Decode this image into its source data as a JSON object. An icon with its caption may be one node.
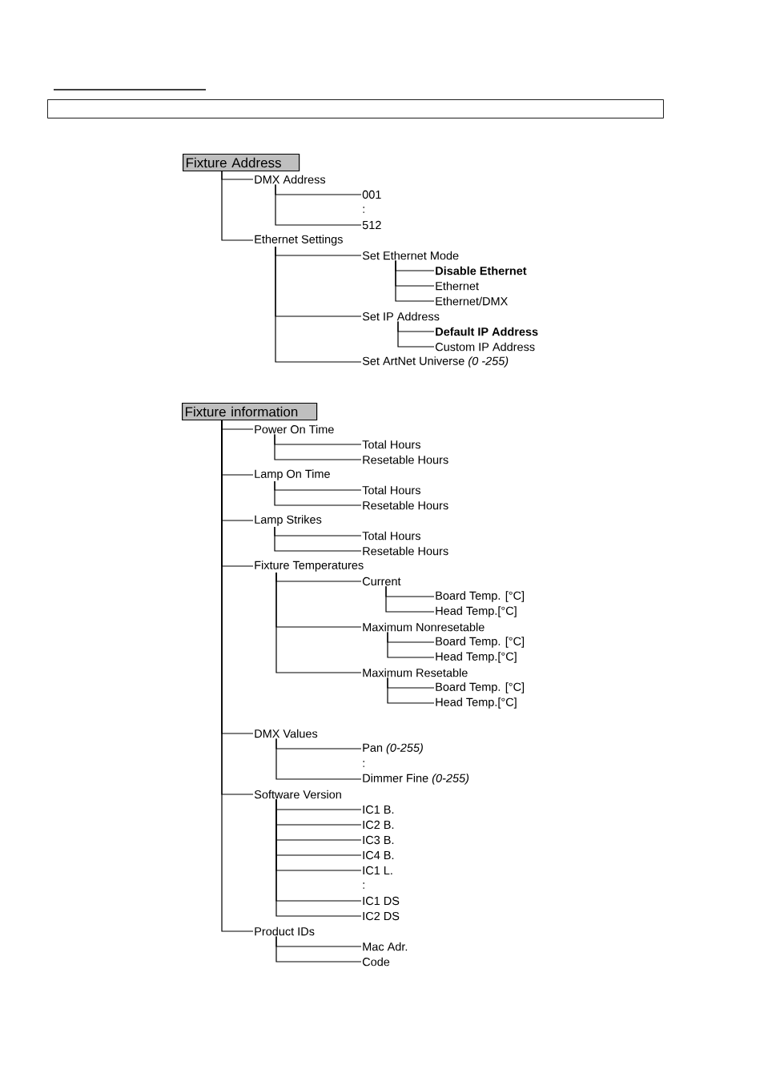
{
  "diagram": {
    "nodes": [
      {
        "text": [],
        "shape": "box"
      },
      {
        "text": [
          "Fixture Address"
        ]
      },
      {
        "text": [
          "DMX Address"
        ]
      },
      {
        "text": [
          "001"
        ]
      },
      {
        "text": [
          "512"
        ]
      },
      {
        "text": [
          "Ethernet Settings"
        ]
      },
      {
        "text": [
          "Set Ethernet Mode"
        ]
      },
      {
        "text": [
          "Disable Ethernet"
        ]
      },
      {
        "text": [
          "Ethernet"
        ]
      },
      {
        "text": [
          "Ethernet/DMX"
        ]
      },
      {
        "text": [
          "Set IP Address"
        ]
      },
      {
        "text": [
          "Default IP Address"
        ]
      },
      {
        "text": [
          "Custom IP Address"
        ]
      },
      {
        "text": [
          "Set ArtNet Universe *(0 -255)*"
        ]
      },
      {
        "text": [
          "Fixture information"
        ]
      },
      {
        "text": [
          "Power On Time"
        ]
      },
      {
        "text": [
          "Total Hours"
        ]
      },
      {
        "text": [
          "Resetable Hours"
        ]
      },
      {
        "text": [
          "Lamp On Time"
        ]
      },
      {
        "text": [
          "Total Hours"
        ]
      },
      {
        "text": [
          "Resetable Hours"
        ]
      },
      {
        "text": [
          "Lamp Strikes"
        ]
      },
      {
        "text": [
          "Total Hours"
        ]
      },
      {
        "text": [
          "Resetable Hours"
        ]
      },
      {
        "text": [
          "Fixture Temperatures"
        ]
      },
      {
        "text": [
          "Current"
        ]
      },
      {
        "text": [
          "Board Temp. [°C]"
        ]
      },
      {
        "text": [
          "Head Temp.[°C]"
        ]
      },
      {
        "text": [
          "Maximum Nonresetable"
        ]
      },
      {
        "text": [
          "Board Temp. [°C]"
        ]
      },
      {
        "text": [
          "Head Temp.[°C]"
        ]
      },
      {
        "text": [
          "Maximum Resetable"
        ]
      },
      {
        "text": [
          "Board Temp. [°C]"
        ]
      },
      {
        "text": [
          "Head Temp.[°C]"
        ]
      },
      {
        "text": [
          "DMX Values"
        ]
      },
      {
        "text": [
          "Pan *(0-255)*"
        ]
      },
      {
        "text": [
          "Dimmer Fine *(0-255)*"
        ]
      },
      {
        "text": [
          "Software Version"
        ]
      },
      {
        "text": [
          "IC1 B."
        ]
      },
      {
        "text": [
          "IC2 B."
        ]
      },
      {
        "text": [
          "IC3 B."
        ]
      },
      {
        "text": [
          "IC4 B."
        ]
      },
      {
        "text": [
          "IC1 L."
        ]
      },
      {
        "text": [
          "IC1 DS"
        ]
      },
      {
        "text": [
          "IC2 DS"
        ]
      },
      {
        "text": [
          "Product IDs"
        ]
      },
      {
        "text": [
          "Mac Adr."
        ]
      },
      {
        "text": [
          "Code"
        ]
      }
    ],
    "edges": [
      {
        "from": 1,
        "to": 2,
        "arrow": "none"
      },
      {
        "from": 2,
        "to": 3,
        "arrow": "none"
      },
      {
        "from": 2,
        "to": 4,
        "arrow": "none"
      },
      {
        "from": 1,
        "to": 5,
        "arrow": "none"
      },
      {
        "from": 5,
        "to": 6,
        "arrow": "none"
      },
      {
        "from": 6,
        "to": 7,
        "arrow": "none"
      },
      {
        "from": 6,
        "to": 8,
        "arrow": "none"
      },
      {
        "from": 6,
        "to": 9,
        "arrow": "none"
      },
      {
        "from": 5,
        "to": 10,
        "arrow": "none"
      },
      {
        "from": 10,
        "to": 11,
        "arrow": "none"
      },
      {
        "from": 10,
        "to": 12,
        "arrow": "none"
      },
      {
        "from": 5,
        "to": 13,
        "arrow": "none"
      },
      {
        "from": 14,
        "to": 15,
        "arrow": "none"
      },
      {
        "from": 15,
        "to": 16,
        "arrow": "none"
      },
      {
        "from": 15,
        "to": 17,
        "arrow": "none"
      },
      {
        "from": 14,
        "to": 18,
        "arrow": "none"
      },
      {
        "from": 18,
        "to": 19,
        "arrow": "none"
      },
      {
        "from": 18,
        "to": 20,
        "arrow": "none"
      },
      {
        "from": 14,
        "to": 21,
        "arrow": "none"
      },
      {
        "from": 21,
        "to": 22,
        "arrow": "none"
      },
      {
        "from": 21,
        "to": 23,
        "arrow": "none"
      },
      {
        "from": 14,
        "to": 24,
        "arrow": "none"
      },
      {
        "from": 24,
        "to": 25,
        "arrow": "none"
      },
      {
        "from": 25,
        "to": 26,
        "arrow": "none"
      },
      {
        "from": 25,
        "to": 27,
        "arrow": "none"
      },
      {
        "from": 24,
        "to": 28,
        "arrow": "none"
      },
      {
        "from": 28,
        "to": 29,
        "arrow": "none"
      },
      {
        "from": 28,
        "to": 30,
        "arrow": "none"
      },
      {
        "from": 24,
        "to": 31,
        "arrow": "none"
      },
      {
        "from": 31,
        "to": 32,
        "arrow": "none"
      },
      {
        "from": 31,
        "to": 33,
        "arrow": "none"
      },
      {
        "from": 14,
        "to": 34,
        "arrow": "none"
      },
      {
        "from": 34,
        "to": 35,
        "arrow": "none"
      },
      {
        "from": 34,
        "to": 36,
        "arrow": "none"
      },
      {
        "from": 14,
        "to": 37,
        "arrow": "none"
      },
      {
        "from": 37,
        "to": 38,
        "arrow": "none"
      },
      {
        "from": 37,
        "to": 39,
        "arrow": "none"
      },
      {
        "from": 37,
        "to": 40,
        "arrow": "none"
      },
      {
        "from": 37,
        "to": 41,
        "arrow": "none"
      },
      {
        "from": 37,
        "to": 42,
        "arrow": "none"
      },
      {
        "from": 37,
        "to": 43,
        "arrow": "none"
      },
      {
        "from": 37,
        "to": 44,
        "arrow": "none"
      },
      {
        "from": 14,
        "to": 45,
        "arrow": "none"
      },
      {
        "from": 45,
        "to": 46,
        "arrow": "none"
      },
      {
        "from": 45,
        "to": 47,
        "arrow": "none"
      }
    ],
    "labels": [
      ":",
      ":",
      ":"
    ]
  }
}
